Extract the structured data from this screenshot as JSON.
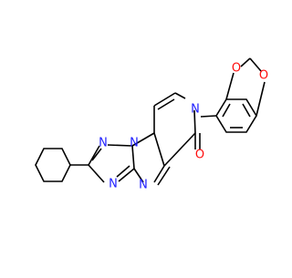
{
  "molecule": {
    "atoms": {
      "n_triazole_top": "N",
      "n_bridge": "N",
      "n_triazole_low": "N",
      "n_pyrimidine": "N",
      "n_pyridinone": "N",
      "o_carbonyl": "O",
      "o_dioxole_top": "O",
      "o_dioxole_right": "O"
    },
    "colors": {
      "nitrogen": "#2020ff",
      "oxygen": "#ff0d0d",
      "bond": "#000000"
    }
  }
}
